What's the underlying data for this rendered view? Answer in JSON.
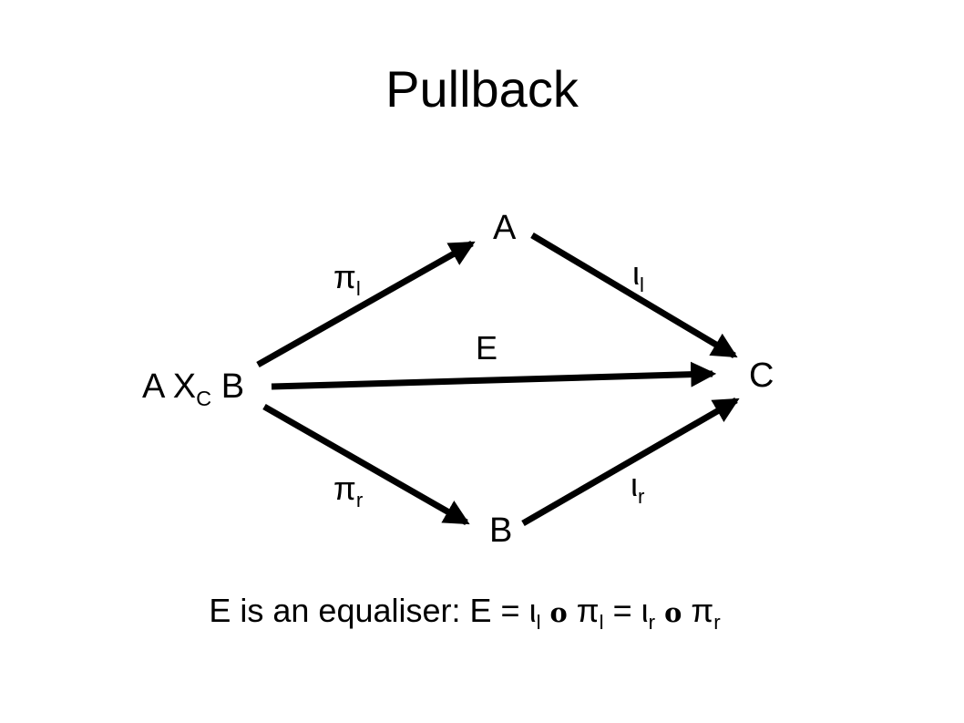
{
  "title": "Pullback",
  "nodes": {
    "product": {
      "main": "A X",
      "sub": "C",
      "tail": " B"
    },
    "a": "A",
    "b": "B",
    "c": "C"
  },
  "labels": {
    "pi_l": {
      "main": "π",
      "sub": "l"
    },
    "pi_r": {
      "main": "π",
      "sub": "r"
    },
    "iota_l": {
      "main": "ι",
      "sub": "l"
    },
    "iota_r": {
      "main": "ι",
      "sub": "r"
    },
    "e": "E"
  },
  "caption": {
    "prefix": "E is an equaliser: E = ",
    "iota_l": "ι",
    "iota_l_sub": "l",
    "op1": " o ",
    "pi_l": "π",
    "pi_l_sub": "l",
    "eq": " = ",
    "iota_r": "ι",
    "iota_r_sub": "r",
    "op2": " o ",
    "pi_r": "π",
    "pi_r_sub": "r"
  }
}
